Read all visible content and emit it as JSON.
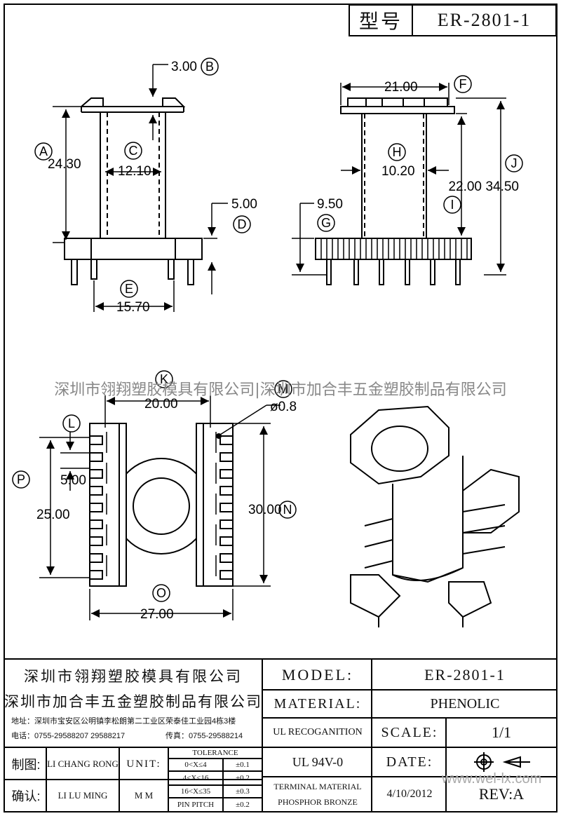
{
  "header": {
    "model_label": "型号",
    "model_value": "ER-2801-1"
  },
  "watermark": "深圳市翎翔塑胶模具有限公司|深圳市加合丰五金塑胶制品有限公司",
  "dims": {
    "B": "3.00",
    "A": "24.30",
    "C": "12.10",
    "D": "5.00",
    "E": "15.70",
    "F": "21.00",
    "H": "10.20",
    "J": "34.50",
    "I": "22.00",
    "G": "9.50",
    "K": "20.00",
    "M": "ø0.8",
    "L": "5.00",
    "P": "25.00",
    "N": "30.00",
    "O": "27.00"
  },
  "letters": [
    "A",
    "B",
    "C",
    "D",
    "E",
    "F",
    "G",
    "H",
    "I",
    "J",
    "K",
    "L",
    "M",
    "N",
    "O",
    "P"
  ],
  "title_block": {
    "company1": "深圳市翎翔塑胶模具有限公司",
    "company2": "深圳市加合丰五金塑胶制品有限公司",
    "address": "地址：深圳市宝安区公明镇李松朗第二工业区荣泰佳工业园4栋3楼",
    "phone": "电话：0755-29588207  29588217",
    "fax": "传真：0755-29588214",
    "model_label": "MODEL:",
    "model_value": "ER-2801-1",
    "material_label": "MATERIAL:",
    "material_value": "PHENOLIC",
    "ul_label": "UL RECOGANITION",
    "ul_value": "UL 94V-0",
    "scale_label": "SCALE:",
    "scale_value": "1/1",
    "date_label": "DATE:",
    "date_value": "4/10/2012",
    "terminal_line1": "TERMINAL MATERIAL",
    "terminal_line2": "PHOSPHOR  BRONZE",
    "rev": "REV:A",
    "drawn_label": "制图:",
    "drawn_by": "LI CHANG RONG",
    "check_label": "确认:",
    "checked_by": "LI LU MING",
    "unit_label": "UNIT:",
    "unit_value": "M M",
    "tolerance_title": "TOLERANCE",
    "tolerances": [
      {
        "range": "0<X≤4",
        "tol": "±0.1"
      },
      {
        "range": "4<X≤16",
        "tol": "±0.2"
      },
      {
        "range": "16<X≤35",
        "tol": "±0.3"
      },
      {
        "range": "PIN PITCH",
        "tol": "±0.2"
      }
    ]
  },
  "site_watermark": "www.wel-lx.com"
}
